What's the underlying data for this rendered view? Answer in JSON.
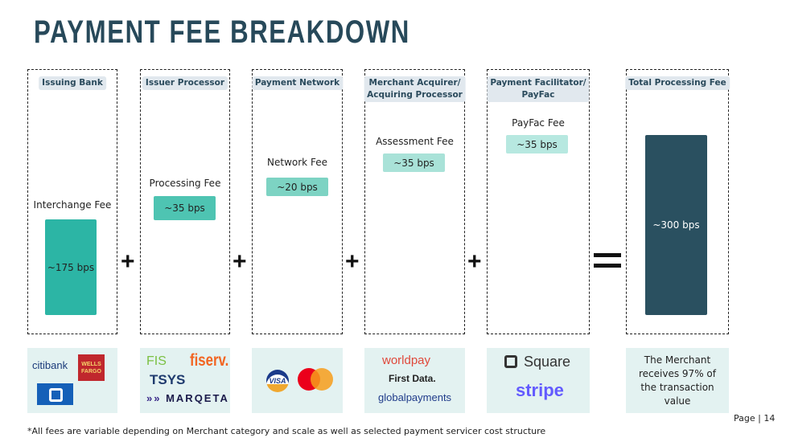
{
  "title": "PAYMENT FEE BREAKDOWN",
  "columns": [
    {
      "header": "Issuing Bank",
      "fee_label": "Interchange Fee",
      "fee_value": "~175 bps"
    },
    {
      "header": "Issuer Processor",
      "fee_label": "Processing Fee",
      "fee_value": "~35 bps"
    },
    {
      "header": "Payment Network",
      "fee_label": "Network Fee",
      "fee_value": "~20 bps"
    },
    {
      "header_line1": "Merchant Acquirer/",
      "header_line2": "Acquiring Processor",
      "fee_label": "Assessment Fee",
      "fee_value": "~35 bps"
    },
    {
      "header_line1": "Payment Facilitator/",
      "header_line2": "PayFac",
      "fee_label": "PayFac Fee",
      "fee_value": "~35 bps"
    },
    {
      "header": "Total Processing Fee",
      "fee_value": "~300 bps"
    }
  ],
  "operators": {
    "plus": "+",
    "equals": "="
  },
  "logos": {
    "banks": [
      "citibank",
      "WELLS",
      "FARGO"
    ],
    "processors": [
      "FIS",
      "fiserv.",
      "TSYS",
      "MARQETA"
    ],
    "networks": [
      "VISA"
    ],
    "acquirers": [
      "worldpay",
      "First Data.",
      "globalpayments"
    ],
    "payfacs": [
      "Square",
      "stripe"
    ],
    "merchant_note": "The Merchant receives 97% of the transaction value"
  },
  "colors": {
    "title": "#27495a",
    "c1": "#2cb5a5",
    "c2": "#4ec4b2",
    "c3": "#7dd3c3",
    "c4": "#a9e2d8",
    "c5": "#b7e8e0",
    "total": "#2a5060"
  },
  "footnote": "*All fees are variable depending on Merchant category and scale as well as selected payment servicer cost structure",
  "page": "Page | 14"
}
